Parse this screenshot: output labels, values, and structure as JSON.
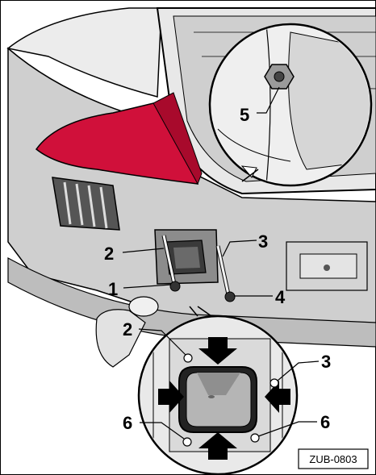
{
  "diagram": {
    "reference_code": "ZUB-0803",
    "callouts": [
      {
        "id": "c1",
        "label": "1"
      },
      {
        "id": "c2a",
        "label": "2"
      },
      {
        "id": "c2b",
        "label": "2"
      },
      {
        "id": "c3a",
        "label": "3"
      },
      {
        "id": "c3b",
        "label": "3"
      },
      {
        "id": "c4",
        "label": "4"
      },
      {
        "id": "c5",
        "label": "5"
      },
      {
        "id": "c6a",
        "label": "6"
      },
      {
        "id": "c6b",
        "label": "6"
      }
    ],
    "colors": {
      "tail_light": "#d0103a",
      "line": "#000000",
      "body_gray": "#d9d9d9",
      "dark_gray": "#7a7a7a"
    }
  }
}
